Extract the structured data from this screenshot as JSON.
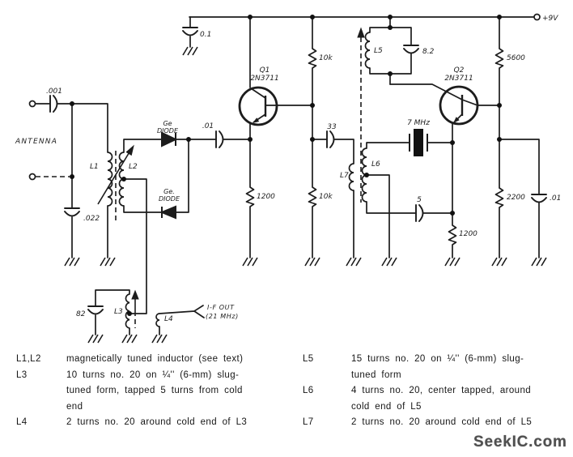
{
  "schematic": {
    "supply_label": "+9V",
    "antenna_label": "ANTENNA",
    "if_out_line1": "I-F OUT",
    "if_out_line2": "(21 MHz)",
    "q1_ref": "Q1",
    "q1_part": "2N3711",
    "q2_ref": "Q2",
    "q2_part": "2N3711",
    "diode1_line1": "Ge",
    "diode1_line2": "DIODE",
    "diode2_line1": "Ge.",
    "diode2_line2": "DIODE",
    "crystal_label": "7 MHz",
    "caps": {
      "input": ".001",
      "ant_shunt": ".022",
      "bypass": "0.1",
      "q1_coupling": ".01",
      "injection": "33",
      "tank": "8.2",
      "feedback": "5",
      "out": ".01",
      "if_tank": "82"
    },
    "resistors": {
      "r10k_upper": "10k",
      "r10k_lower": "10k",
      "r1200_q1": "1200",
      "r5600": "5600",
      "r1200_q2": "1200",
      "r2200": "2200"
    },
    "inductors": {
      "l1": "L1",
      "l2": "L2",
      "l3": "L3",
      "l4": "L4",
      "l5": "L5",
      "l6": "L6",
      "l7": "L7"
    }
  },
  "legend": {
    "left": [
      {
        "term": "L1,L2",
        "lines": [
          "magnetically tuned inductor (see text)"
        ]
      },
      {
        "term": "L3",
        "lines": [
          "10 turns no. 20 on ¼'' (6-mm) slug-",
          "tuned form, tapped 5 turns from cold",
          "end"
        ]
      },
      {
        "term": "L4",
        "lines": [
          "2 turns no. 20 around cold end of L3"
        ]
      }
    ],
    "right": [
      {
        "term": "L5",
        "lines": [
          "15 turns no. 20 on ¼'' (6-mm) slug-",
          "tuned form"
        ]
      },
      {
        "term": "L6",
        "lines": [
          "4 turns no. 20, center tapped, around",
          "cold end of L5"
        ]
      },
      {
        "term": "L7",
        "lines": [
          "2 turns no. 20 around cold end of L5"
        ]
      }
    ]
  },
  "watermark": "SeekIC.com"
}
